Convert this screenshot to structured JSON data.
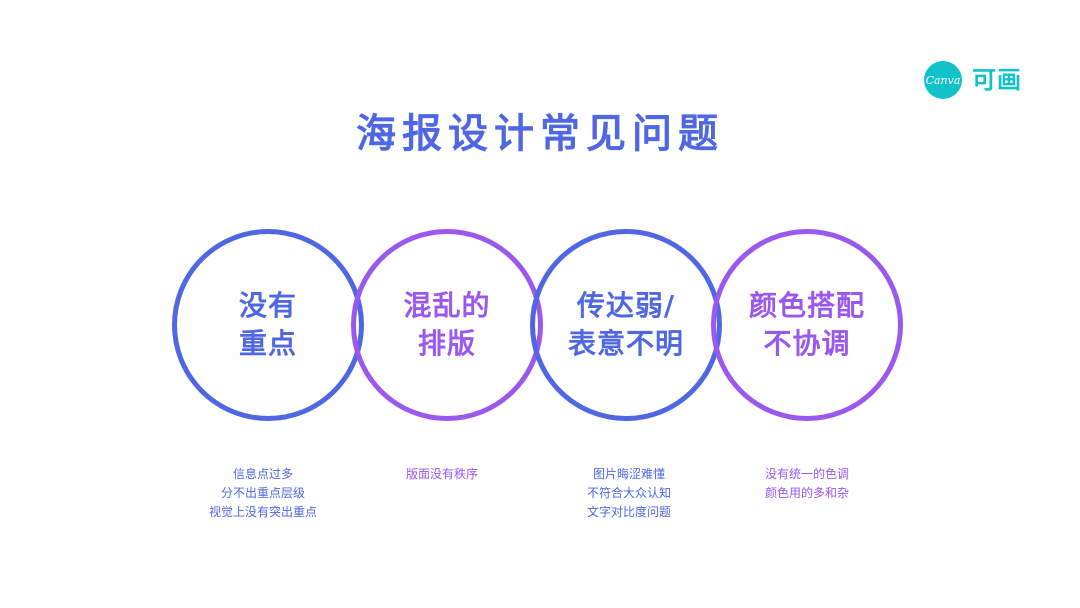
{
  "brand": {
    "badge_text": "Canva",
    "name": "可画",
    "badge_color": "#11c3c9",
    "text_color": "#11c3c9"
  },
  "title": "海报设计常见问题",
  "colors": {
    "blue": "#4f67e2",
    "purple": "#9a58ef",
    "title": "#4f67e2"
  },
  "problems": [
    {
      "line1": "没有",
      "line2": "重点",
      "color": "#4f67e2",
      "details": [
        "信息点过多",
        "分不出重点层级",
        "视觉上没有突出重点"
      ]
    },
    {
      "line1": "混乱的",
      "line2": "排版",
      "color": "#9a58ef",
      "details": [
        "版面没有秩序"
      ]
    },
    {
      "line1": "传达弱/",
      "line2": "表意不明",
      "color": "#4f67e2",
      "details": [
        "图片晦涩难懂",
        "不符合大众认知",
        "文字对比度问题"
      ]
    },
    {
      "line1": "颜色搭配",
      "line2": "不协调",
      "color": "#9a58ef",
      "details": [
        "没有统一的色调",
        "颜色用的多和杂"
      ]
    }
  ]
}
